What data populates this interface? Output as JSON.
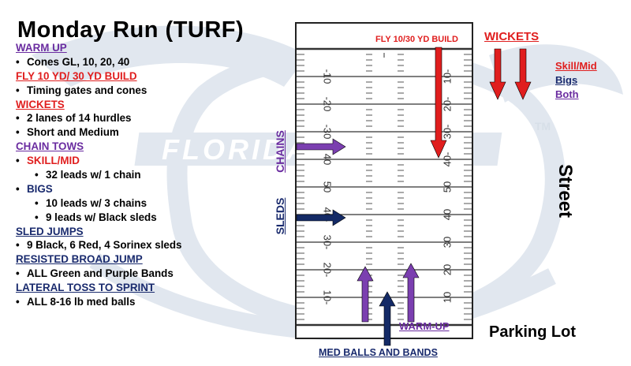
{
  "title": "Monday Run (TURF)",
  "plan": [
    {
      "text": "WARM UP",
      "style": "heading",
      "color": "#6a2ca0",
      "indent": 0
    },
    {
      "text": "Cones GL, 10, 20, 40",
      "style": "item",
      "color": "#000000",
      "indent": 0
    },
    {
      "text": "FLY 10 YD/ 30 YD BUILD",
      "style": "heading",
      "color": "#e01e1e",
      "indent": 0
    },
    {
      "text": "Timing gates and cones",
      "style": "item",
      "color": "#000000",
      "indent": 0
    },
    {
      "text": "WICKETS",
      "style": "heading",
      "color": "#e01e1e",
      "indent": 0
    },
    {
      "text": "2 lanes of 14 hurdles",
      "style": "item",
      "color": "#000000",
      "indent": 0
    },
    {
      "text": "Short and Medium",
      "style": "item",
      "color": "#000000",
      "indent": 0
    },
    {
      "text": "CHAIN TOWS",
      "style": "heading",
      "color": "#6a2ca0",
      "indent": 0
    },
    {
      "text": "SKILL/MID",
      "style": "item",
      "color": "#e01e1e",
      "indent": 0
    },
    {
      "text": "32 leads w/ 1 chain",
      "style": "item",
      "color": "#000000",
      "indent": 1
    },
    {
      "text": "BIGS",
      "style": "item",
      "color": "#1a2b6e",
      "indent": 0
    },
    {
      "text": "10 leads w/ 3 chains",
      "style": "item",
      "color": "#000000",
      "indent": 1
    },
    {
      "text": "9 leads w/ Black sleds",
      "style": "item",
      "color": "#000000",
      "indent": 1
    },
    {
      "text": "SLED JUMPS",
      "style": "heading",
      "color": "#1a2b6e",
      "indent": 0
    },
    {
      "text": "9 Black, 6 Red, 4 Sorinex sleds",
      "style": "item",
      "color": "#000000",
      "indent": 0
    },
    {
      "text": "RESISTED BROAD JUMP",
      "style": "heading",
      "color": "#1a2b6e",
      "indent": 0
    },
    {
      "text": "ALL Green and Purple Bands",
      "style": "item",
      "color": "#000000",
      "indent": 0
    },
    {
      "text": "LATERAL TOSS TO SPRINT",
      "style": "heading",
      "color": "#1a2b6e",
      "indent": 0
    },
    {
      "text": "ALL 8-16 lb med balls",
      "style": "item",
      "color": "#000000",
      "indent": 0
    }
  ],
  "bullet": "•",
  "watermark": {
    "text": "FLORIDA",
    "tm": "TM"
  },
  "field": {
    "left_numbers": [
      "-10",
      "-20",
      "-30",
      "40",
      "50",
      "40-",
      "30-",
      "20-",
      "10-"
    ],
    "right_numbers": [
      "10-",
      "20-",
      "30-",
      "40-",
      "50",
      "40",
      "30",
      "20",
      "10"
    ],
    "labels": {
      "fly": "FLY 10/30 YD BUILD",
      "wickets": "WICKETS",
      "chains": "CHAINS",
      "sleds": "SLEDS",
      "warmup": "WARM-UP",
      "medballs": "MED BALLS AND BANDS",
      "street": "Street",
      "parking": "Parking Lot"
    }
  },
  "legend": [
    {
      "text": "Skill/Mid",
      "color": "#e01e1e"
    },
    {
      "text": "Bigs",
      "color": "#1a2b6e"
    },
    {
      "text": "Both",
      "color": "#6a2ca0"
    }
  ],
  "colors": {
    "red": "#e01e1e",
    "purple": "#7b3fb0",
    "navy": "#142a66",
    "watermark": "#b7c6d6"
  }
}
